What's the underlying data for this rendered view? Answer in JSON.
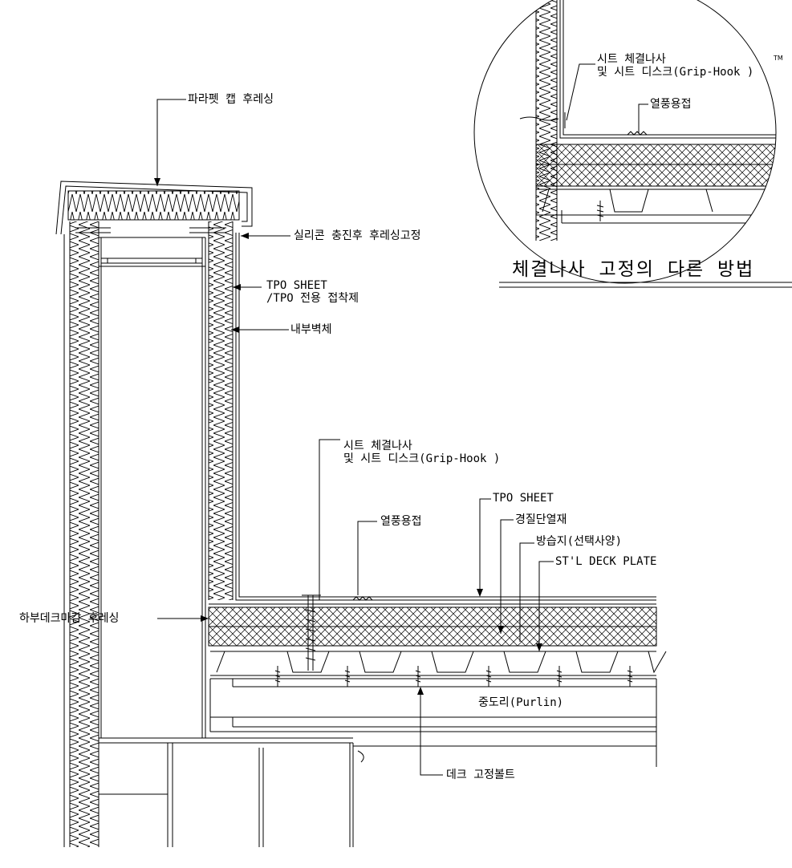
{
  "labels": {
    "parapet_cap": "파라펫 캡 후레싱",
    "silicone": "실리콘 충진후 후레싱고정",
    "tpo_sheet_wall_1": "TPO SHEET",
    "tpo_sheet_wall_2": "/TPO 전용 접착제",
    "inner_wall": "내부벽체",
    "screw_1": "시트 체결나사",
    "screw_2": "및 시트 디스크(Grip-Hook )",
    "hot_air_weld": "열풍용접",
    "tpo_sheet": "TPO SHEET",
    "rigid_insulation": "경질단열재",
    "vapor_barrier": "방습지(선택사양)",
    "deck_plate": "ST'L DECK PLATE",
    "lower_deck_flashing": "하부데크마감 후레싱",
    "purlin": "중도리(Purlin)",
    "deck_bolt": "데크 고정볼트"
  },
  "detail": {
    "screw_1": "시트 체결나사",
    "screw_2": "및 시트 디스크(Grip-Hook )",
    "tm": "TM",
    "hot_air_weld": "열풍용접",
    "title": "체결나사 고정의 다른 방법"
  }
}
